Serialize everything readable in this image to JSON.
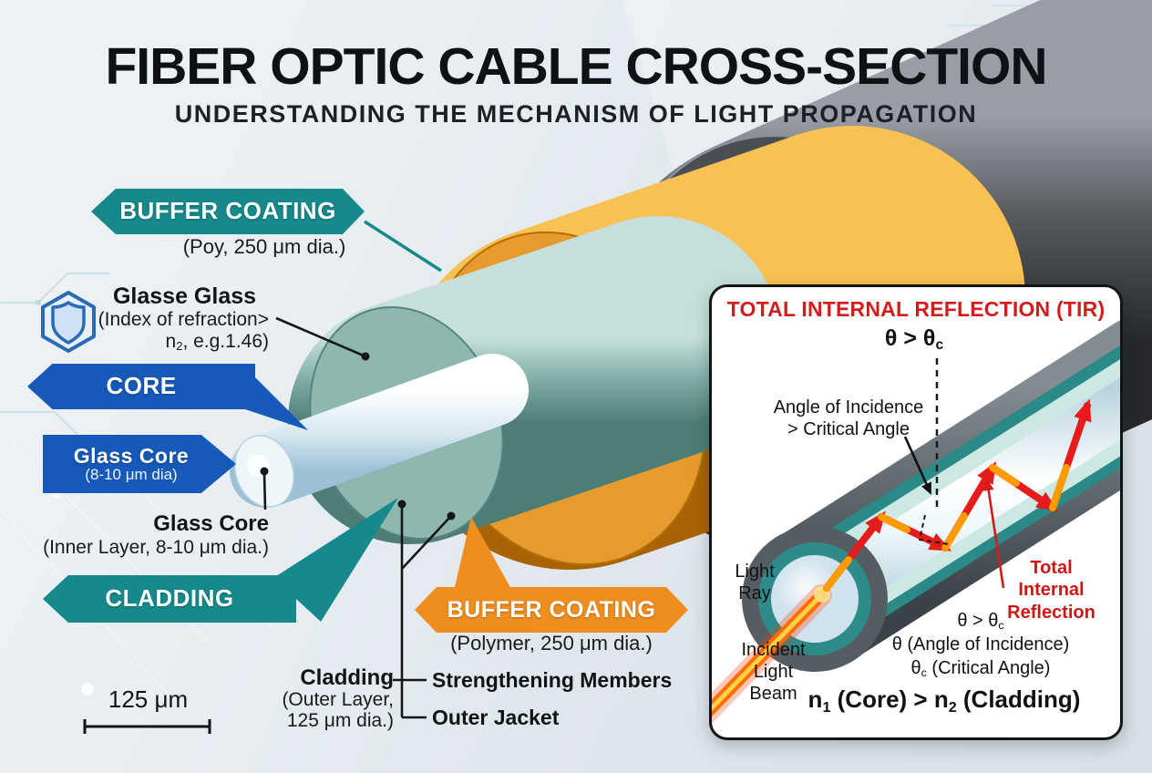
{
  "header": {
    "title": "FIBER OPTIC CABLE CROSS-SECTION",
    "subtitle": "UNDERSTANDING THE MECHANISM OF LIGHT PROPAGATION"
  },
  "banners": {
    "buffer_top": {
      "label": "BUFFER COATING",
      "detail": "(Poy, 250 μm dia.)"
    },
    "core": {
      "label": "CORE"
    },
    "glass_core": {
      "label": "Glass Core",
      "detail": "(8-10 μm dia)"
    },
    "cladding": {
      "label": "CLADDING"
    },
    "buffer_bottom": {
      "label": "BUFFER COATING",
      "detail": "(Polymer, 250 μm dia.)"
    }
  },
  "callouts": {
    "glass_glass": {
      "title": "Glasse Glass",
      "line1": "(Index of refraction>",
      "line2": "n[2], e.g.1.46)"
    },
    "glass_core": {
      "title": "Glass Core",
      "line1": "(Inner Layer, 8-10 μm dia.)"
    },
    "cladding": {
      "title": "Cladding",
      "line1": "(Outer Layer,",
      "line2": "125 μm dia.)"
    },
    "strengthening_members": "Strengthening Members",
    "outer_jacket": "Outer Jacket"
  },
  "scale": {
    "label": "125 μm"
  },
  "tir": {
    "title": "TOTAL INTERNAL REFLECTION (TIR)",
    "condition": "θ > θ[c]",
    "angle_note_line1": "Angle of Incidence",
    "angle_note_line2": "> Critical Angle",
    "light_ray_line1": "Light",
    "light_ray_line2": "Ray",
    "incident_line1": "Incident",
    "incident_line2": "Light",
    "incident_line3": "Beam",
    "reflection_line1": "Total",
    "reflection_line2": "Internal",
    "reflection_line3": "Reflection",
    "legend_line1": "θ > θ[c]",
    "legend_line2": "θ (Angle of Incidence)",
    "legend_line3": "θ[c] (Critical Angle)",
    "formula": "n[1] (Core) > n[2] (Cladding)"
  },
  "colors": {
    "teal": "#15898b",
    "blue": "#1659b8",
    "orange": "#ef8d1e",
    "red": "#d31c1c",
    "jacket_gray": "#4a4d52",
    "cladding_teal": "#8db7af",
    "core_light": "#eef6fa"
  },
  "icons": {
    "shield": "shield-hexagon-icon"
  }
}
